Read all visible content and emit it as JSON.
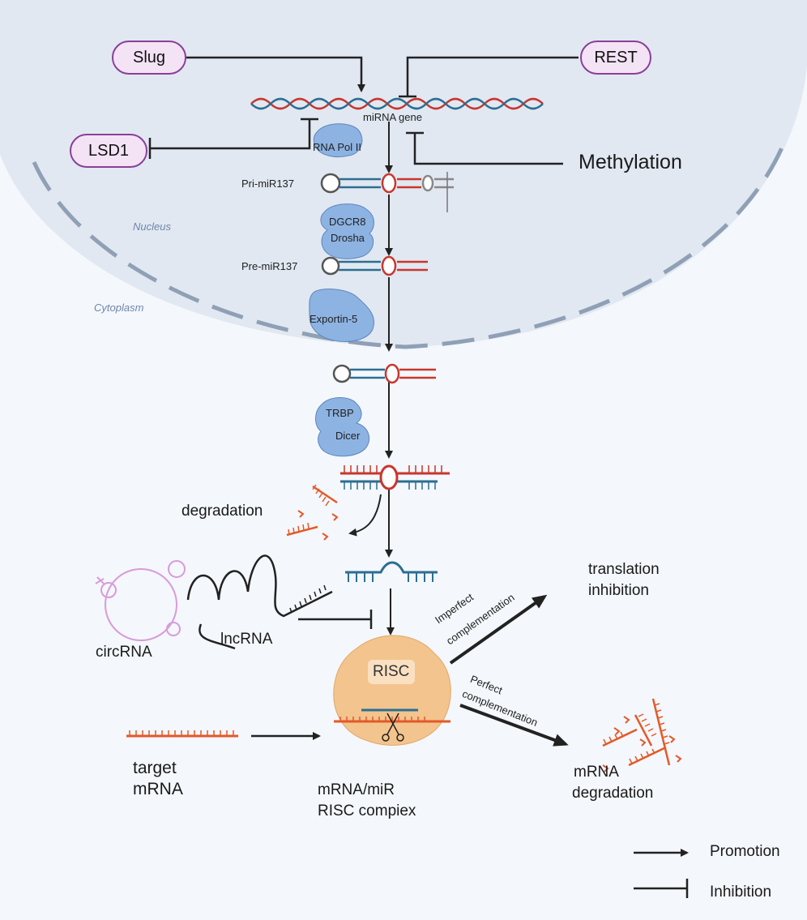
{
  "regulators": {
    "slug": "Slug",
    "rest": "REST",
    "lsd1": "LSD1",
    "methylation": "Methylation"
  },
  "compartments": {
    "nucleus": "Nucleus",
    "cytoplasm": "Cytoplasm"
  },
  "nuclear": {
    "mirna_gene": "miRNA gene",
    "rna_pol": "RNA Pol II",
    "pri_mir": "Pri-miR137",
    "dgcr8": "DGCR8",
    "drosha": "Drosha",
    "pre_mir": "Pre-miR137",
    "exportin": "Exportin-5"
  },
  "cytoplasmic": {
    "trbp": "TRBP",
    "dicer": "Dicer",
    "degradation": "degradation",
    "circrna": "circRNA",
    "lncrna": "lncRNA",
    "risc": "RISC",
    "target_line1": "target",
    "target_line2": "mRNA",
    "complex_line1": "mRNA/miR",
    "complex_line2": "RISC compiex",
    "translation_line1": "translation",
    "translation_line2": "inhibition",
    "imperfect_line1": "Imperfect",
    "imperfect_line2": "complementation",
    "perfect_line1": "Perfect",
    "perfect_line2": "complementation",
    "mrna_deg_line1": "mRNA",
    "mrna_deg_line2": "degradation"
  },
  "legend": {
    "promotion": "Promotion",
    "inhibition": "Inhibition"
  },
  "colors": {
    "nucleus_fill": "#e1e8f1",
    "pill_border": "#8a3f9a",
    "pill_fill": "#f3e3f5",
    "rna_red": "#c8372d",
    "rna_blue": "#2c6e92",
    "protein_blue": "#8db3e2",
    "risc_fill": "#f3c48d",
    "fragment_orange": "#e25a2a"
  }
}
